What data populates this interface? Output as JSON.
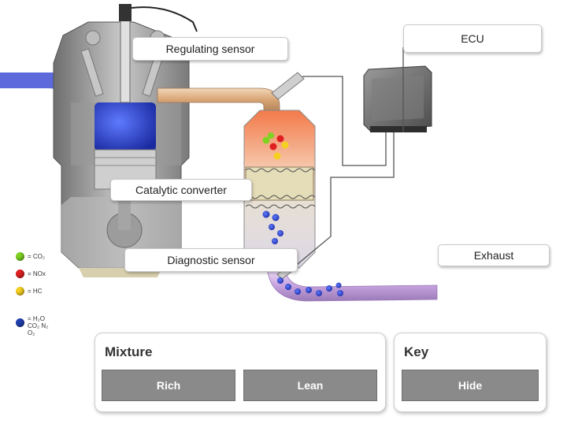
{
  "labels": {
    "regulating_sensor": "Regulating sensor",
    "ecu": "ECU",
    "catalytic_converter": "Catalytic converter",
    "diagnostic_sensor": "Diagnostic sensor",
    "exhaust": "Exhaust"
  },
  "legend": [
    {
      "formula": "= CO₂",
      "color": "#7ed321"
    },
    {
      "formula": "= NOx",
      "color": "#e02020"
    },
    {
      "formula": "= HC",
      "color": "#f5d020"
    },
    {
      "formula": "= H₂O CO₂ N₂ O₂",
      "color": "#1f3fb0"
    }
  ],
  "mixture": {
    "title": "Mixture",
    "rich_label": "Rich",
    "lean_label": "Lean"
  },
  "key": {
    "title": "Key",
    "hide_label": "Hide"
  },
  "colors": {
    "button": "#8a8a8a",
    "exhaust_pipe": "#c9a6e0",
    "converter_top": "#f0895a",
    "intake": "#3344cc"
  }
}
